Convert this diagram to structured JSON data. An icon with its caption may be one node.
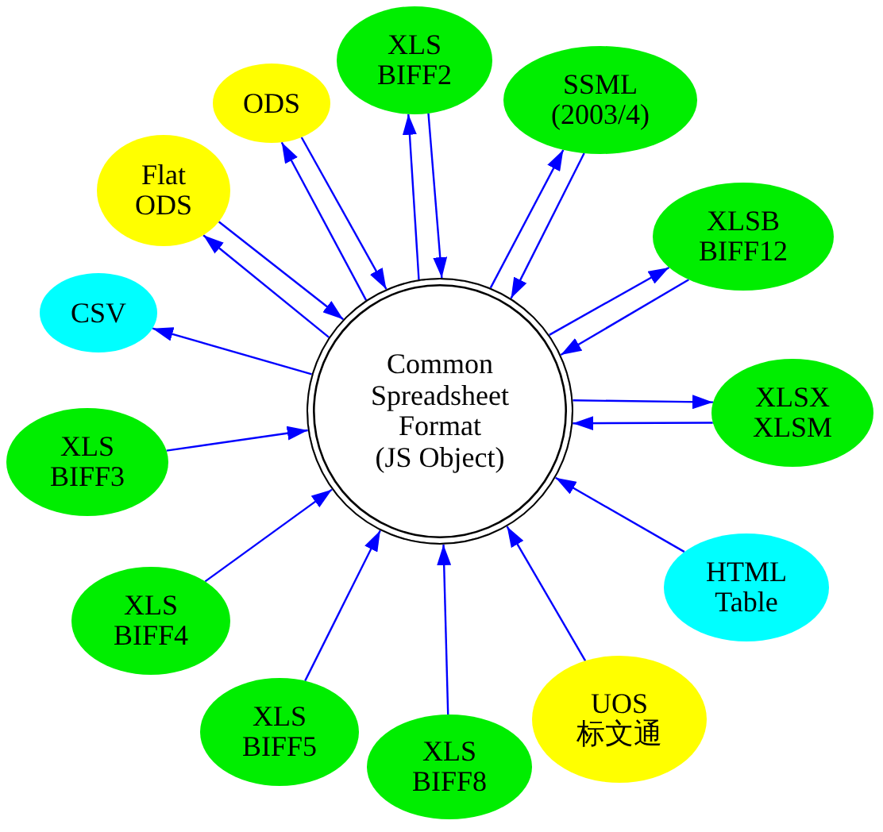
{
  "diagram": {
    "nodes": [
      {
        "text": [
          "Common Spreadsheet Format (JS Object)"
        ]
      },
      {
        "text": [
          "ODS"
        ]
      },
      {
        "text": [
          "XLS BIFF2"
        ]
      },
      {
        "text": [
          "SSML (2003/4)"
        ]
      },
      {
        "text": [
          "XLSB BIFF12"
        ]
      },
      {
        "text": [
          "XLSX XLSM"
        ]
      },
      {
        "text": [
          "HTML Table"
        ]
      },
      {
        "text": [
          "UOS 标文通"
        ]
      },
      {
        "text": [
          "XLS BIFF8"
        ]
      },
      {
        "text": [
          "XLS BIFF5"
        ]
      },
      {
        "text": [
          "XLS BIFF4"
        ]
      },
      {
        "text": [
          "XLS BIFF3"
        ]
      },
      {
        "text": [
          "CSV"
        ]
      },
      {
        "text": [
          "Flat ODS"
        ]
      }
    ],
    "edges": [
      {
        "from": 0,
        "to": 1,
        "arrow": "to"
      },
      {
        "from": 1,
        "to": 0,
        "arrow": "to"
      },
      {
        "from": 0,
        "to": 2,
        "arrow": "to"
      },
      {
        "from": 2,
        "to": 0,
        "arrow": "to"
      },
      {
        "from": 0,
        "to": 3,
        "arrow": "to"
      },
      {
        "from": 3,
        "to": 0,
        "arrow": "to"
      },
      {
        "from": 0,
        "to": 4,
        "arrow": "to"
      },
      {
        "from": 4,
        "to": 0,
        "arrow": "to"
      },
      {
        "from": 0,
        "to": 5,
        "arrow": "to"
      },
      {
        "from": 5,
        "to": 0,
        "arrow": "to"
      },
      {
        "from": 6,
        "to": 0,
        "arrow": "to"
      },
      {
        "from": 7,
        "to": 0,
        "arrow": "to"
      },
      {
        "from": 8,
        "to": 0,
        "arrow": "to"
      },
      {
        "from": 9,
        "to": 0,
        "arrow": "to"
      },
      {
        "from": 10,
        "to": 0,
        "arrow": "to"
      },
      {
        "from": 11,
        "to": 0,
        "arrow": "to"
      },
      {
        "from": 0,
        "to": 12,
        "arrow": "to"
      },
      {
        "from": 0,
        "to": 13,
        "arrow": "to"
      },
      {
        "from": 13,
        "to": 0,
        "arrow": "to"
      }
    ]
  }
}
